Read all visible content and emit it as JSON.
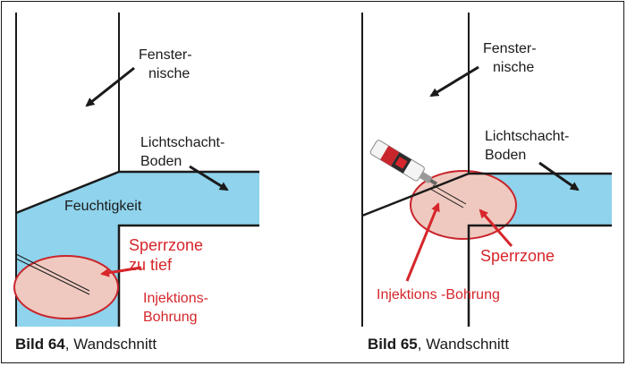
{
  "colors": {
    "water": "#8fd3ec",
    "zone_fill": "#efc9bf",
    "zone_stroke": "#c9252c",
    "line": "#1a1a1a",
    "red_text": "#d6262b"
  },
  "figure64": {
    "fensternische": [
      "Fenster-",
      "nische"
    ],
    "lichtschacht": [
      "Lichtschacht-",
      "Boden"
    ],
    "feuchtigkeit": "Feuchtigkeit",
    "sperrzone": [
      "Sperrzone",
      "zu tief"
    ],
    "injektion": [
      "Injektions-",
      "Bohrung"
    ],
    "caption_bold": "Bild 64",
    "caption_rest": ", Wandschnitt"
  },
  "figure65": {
    "fensternische": [
      "Fenster-",
      "nische"
    ],
    "lichtschacht": [
      "Lichtschacht-",
      "Boden"
    ],
    "sperrzone": "Sperrzone",
    "injektion": "Injektions -Bohrung",
    "caption_bold": "Bild 65",
    "caption_rest": ",  Wandschnitt"
  },
  "icons": [
    "arrow-icon",
    "injection-cartridge-icon",
    "drill-hole-icon"
  ]
}
